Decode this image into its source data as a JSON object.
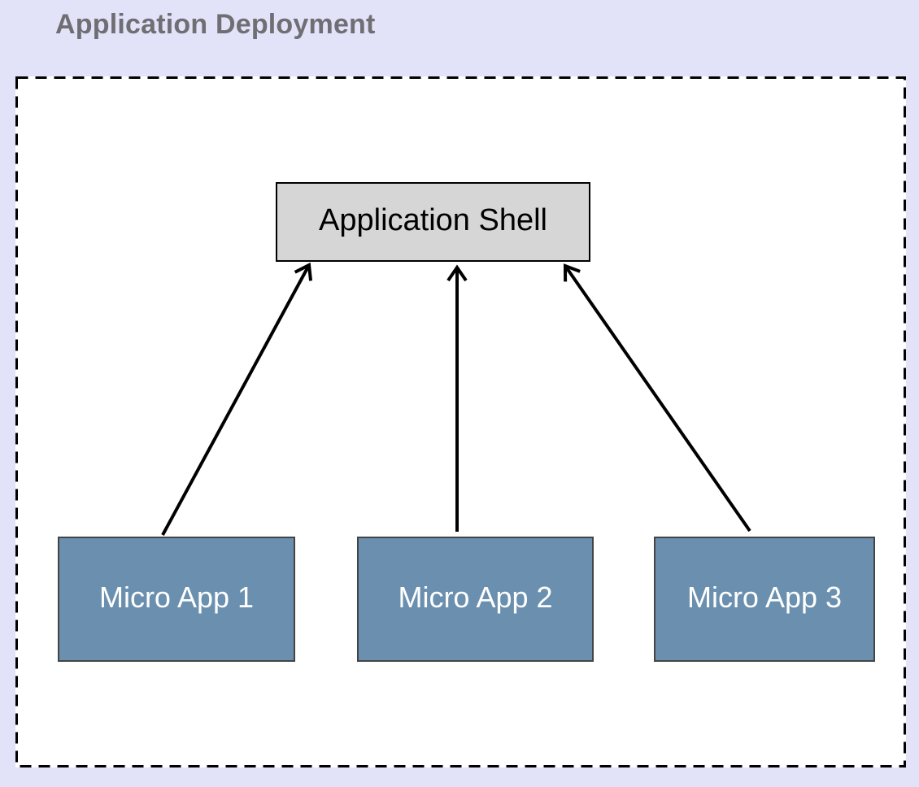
{
  "title": "Application Deployment",
  "colors": {
    "page_background": "#e2e2f9",
    "canvas_background": "#ffffff",
    "title_text": "#6e6e73",
    "shell_fill": "#d6d6d6",
    "shell_border": "#000000",
    "micro_app_fill": "#6b90af",
    "micro_app_border": "#444444",
    "micro_app_text": "#ffffff",
    "arrow": "#000000",
    "dashed_frame": "#000000"
  },
  "diagram": {
    "shell": {
      "label": "Application Shell"
    },
    "micro_apps": [
      {
        "label": "Micro App 1"
      },
      {
        "label": "Micro App 2"
      },
      {
        "label": "Micro App 3"
      }
    ],
    "connections": [
      {
        "from": "Micro App 1",
        "to": "Application Shell",
        "direction": "up"
      },
      {
        "from": "Micro App 2",
        "to": "Application Shell",
        "direction": "up"
      },
      {
        "from": "Micro App 3",
        "to": "Application Shell",
        "direction": "up"
      }
    ]
  }
}
